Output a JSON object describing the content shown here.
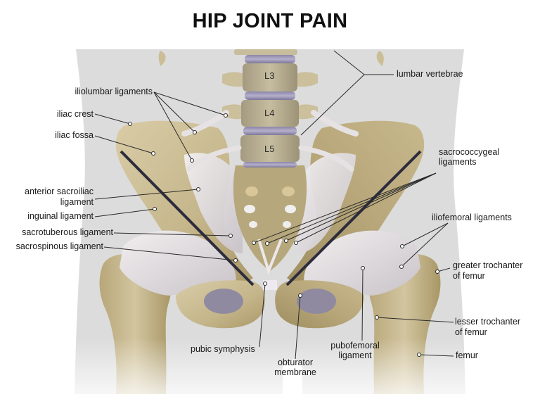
{
  "title": "HIP JOINT PAIN",
  "colors": {
    "background": "#ffffff",
    "body_silhouette": "#dcdcdc",
    "bone": "#cdbf98",
    "bone_dark": "#a8976c",
    "ligament": "#e8e4e6",
    "disc": "#9c96b4",
    "leader_line": "#2a2a2a",
    "label_text": "#1a1a1a"
  },
  "vertebrae": [
    {
      "id": "L3",
      "label": "L3"
    },
    {
      "id": "L4",
      "label": "L4"
    },
    {
      "id": "L5",
      "label": "L5"
    }
  ],
  "labels": {
    "left": [
      {
        "id": "iliolumbar-ligaments",
        "text": "iliolumbar ligaments"
      },
      {
        "id": "iliac-crest",
        "text": "iliac crest"
      },
      {
        "id": "iliac-fossa",
        "text": "iliac fossa"
      },
      {
        "id": "anterior-sacroiliac-ligament",
        "line1": "anterior sacroiliac",
        "line2": "ligament"
      },
      {
        "id": "inguinal-ligament",
        "text": "inguinal ligament"
      },
      {
        "id": "sacrotuberous-ligament",
        "text": "sacrotuberous ligament"
      },
      {
        "id": "sacrospinous-ligament",
        "text": "sacrospinous ligament"
      }
    ],
    "right": [
      {
        "id": "lumbar-vertebrae",
        "text": "lumbar vertebrae"
      },
      {
        "id": "sacrococcygeal-ligaments",
        "line1": "sacrococcygeal",
        "line2": "ligaments"
      },
      {
        "id": "iliofemoral-ligaments",
        "text": "iliofemoral ligaments"
      },
      {
        "id": "greater-trochanter",
        "line1": "greater trochanter",
        "line2": "of femur"
      },
      {
        "id": "lesser-trochanter",
        "line1": "lesser trochanter",
        "line2": "of femur"
      },
      {
        "id": "femur",
        "text": "femur"
      }
    ],
    "bottom": [
      {
        "id": "pubic-symphysis",
        "text": "pubic symphysis"
      },
      {
        "id": "obturator-membrane",
        "line1": "obturator",
        "line2": "membrane"
      },
      {
        "id": "pubofemoral-ligament",
        "line1": "pubofemoral",
        "line2": "ligament"
      }
    ]
  }
}
